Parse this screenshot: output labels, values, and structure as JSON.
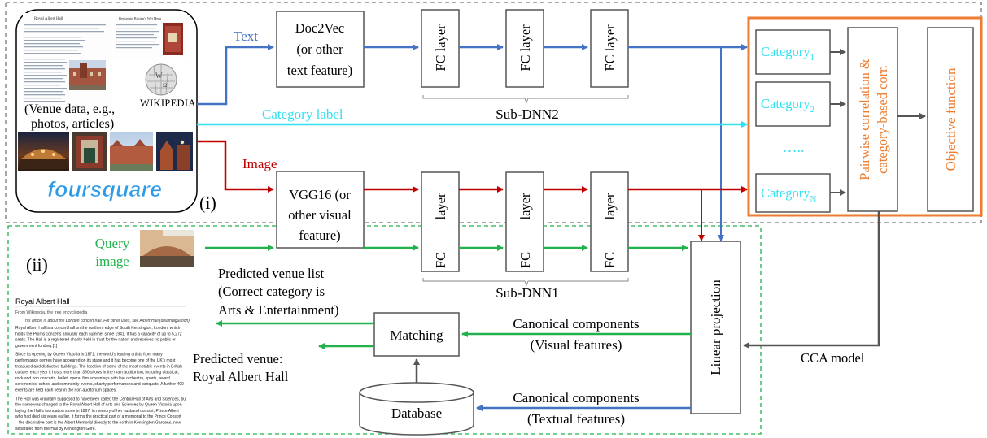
{
  "colors": {
    "text_arrow": "#4472c4",
    "category_arrow": "#33e0f0",
    "image_arrow": "#c00000",
    "query_arrow": "#22b14c",
    "orange": "#ed7d31",
    "gray_box": "#555555",
    "dashed_gray": "#777777",
    "dashed_green": "#22b14c",
    "wordmark_blue": "#2d9be6"
  },
  "icons": [
    "wikipedia-globe-icon",
    "foursquare-logo"
  ],
  "venue_panel": {
    "caption_line1": "(Venue data, e.g.,",
    "caption_line2": "photos, articles)",
    "wikipedia_label": "WIKIPEDIA",
    "foursquare_label": "foursquare",
    "article_title": "Royal Albert Hall",
    "article_right_title": "Benjamin Britten's Wet Hens"
  },
  "section_i": "(i)",
  "section_ii": "(ii)",
  "arrow_labels": {
    "text": "Text",
    "category_label": "Category label",
    "image": "Image"
  },
  "doc2vec_box": {
    "line1": "Doc2Vec",
    "line2": "(or other",
    "line3": "text feature)"
  },
  "vgg_box": {
    "line1": "VGG16 (or",
    "line2": "other visual",
    "line3": "feature)"
  },
  "fc_label": "FC layer",
  "fc_label_split": {
    "fc": "FC",
    "layer": "layer"
  },
  "sub_dnn2": "Sub-DNN2",
  "sub_dnn1": "Sub-DNN1",
  "categories": {
    "word": "Category",
    "items": [
      {
        "subscript": "1"
      },
      {
        "subscript": "2"
      },
      {
        "subscript": "N"
      }
    ],
    "ellipsis": "….."
  },
  "pairwise_box": {
    "line1": "Pairwise correlation &",
    "line2": "category-based corr."
  },
  "objective_box": "Objective function",
  "query": {
    "line1": "Query",
    "line2": "image"
  },
  "linear_projection": "Linear projection",
  "cca_model": "CCA model",
  "predicted_list": {
    "line1": "Predicted venue list",
    "line2": "(Correct category is",
    "line3": "Arts & Entertainment)"
  },
  "predicted_venue": {
    "line1": "Predicted venue:",
    "line2": "Royal Albert Hall"
  },
  "matching": "Matching",
  "database": "Database",
  "canonical_visual": {
    "line1": "Canonical components",
    "line2": "(Visual features)"
  },
  "canonical_textual": {
    "line1": "Canonical components",
    "line2": "(Textual features)"
  },
  "wiki_article": {
    "title": "Royal Albert Hall",
    "subtitle": "From Wikipedia, the free encyclopedia",
    "hatnote": "This article is about the London concert hall. For other uses, see Albert Hall (disambiguation).",
    "lines": [
      "Royal Albert Hall is a concert hall on the northern edge of South Kensington, London, which",
      "holds the Proms concerts annually each summer since 1941. It has a capacity of up to 5,272",
      "seats. The Hall is a registered charity held in trust for the nation and receives no public or",
      "government funding.[1]",
      "Since its opening by Queen Victoria in 1871, the world's leading artists from many",
      "performance genres have appeared on its stage and it has become one of the UK's most",
      "treasured and distinctive buildings. The location of some of the most notable events in British",
      "culture, each year it hosts more than 390 shows in the main auditorium, including classical,",
      "rock and pop concerts, ballet, opera, film screenings with live orchestra, sports, award",
      "ceremonies, school and community events, charity performances and banquets. A further 400",
      "events are held each year in the non-auditorium spaces.",
      "The Hall was originally supposed to have been called the Central Hall of Arts and Sciences, but",
      "the name was changed to the Royal Albert Hall of Arts and Sciences by Queen Victoria upon",
      "laying the Hall's foundation stone in 1867, in memory of her husband consort, Prince Albert",
      "who had died six years earlier. It forms the practical part of a memorial to the Prince Consort",
      "– the decorative part is the Albert Memorial directly to the north in Kensington Gardens, now",
      "separated from the Hall by Kensington Gore."
    ]
  }
}
